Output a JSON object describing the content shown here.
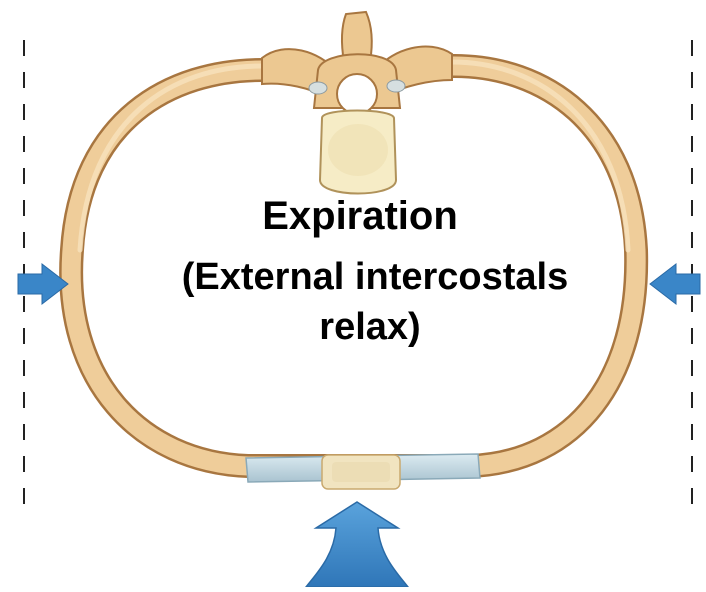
{
  "diagram": {
    "title": "Expiration",
    "subtitle_line1": "(External intercostals",
    "subtitle_line2": "relax)"
  },
  "colors": {
    "bone": "#eecb97",
    "bone_outline": "#b8864d",
    "vertebra_body": "#f6ecc6",
    "cartilage": "#c6dbe4",
    "sternum": "#f1e6c4",
    "arrow": "#3a86c8",
    "dashed_line": "#222222"
  },
  "icons": {
    "left_arrow": "arrow-right-icon",
    "right_arrow": "arrow-left-icon",
    "bottom_arrow": "arrow-up-icon"
  }
}
